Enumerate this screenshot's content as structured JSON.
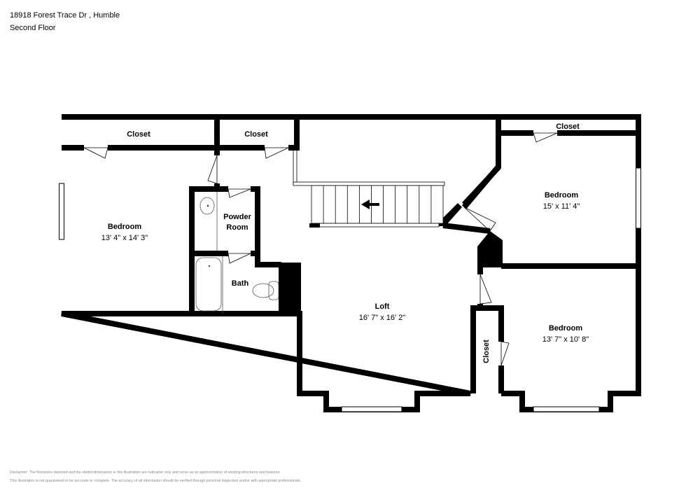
{
  "header": {
    "address": "18918 Forest Trace Dr , Humble",
    "floor": "Second Floor"
  },
  "rooms": [
    {
      "name": "Closet",
      "dims": ""
    },
    {
      "name": "Closet",
      "dims": ""
    },
    {
      "name": "Closet",
      "dims": ""
    },
    {
      "name": "Bedroom",
      "dims": "13' 4\" x 14' 3\""
    },
    {
      "name": "Powder",
      "name2": "Room",
      "dims": ""
    },
    {
      "name": "Bath",
      "dims": ""
    },
    {
      "name": "Loft",
      "dims": "16' 7\" x 16' 2\""
    },
    {
      "name": "Bedroom",
      "dims": "15' x 11' 4\""
    },
    {
      "name": "Bedroom",
      "dims": "13' 7\" x 10' 8\""
    },
    {
      "name": "Closet",
      "dims": ""
    }
  ],
  "stairs": {
    "direction": "left-arrow-icon"
  },
  "colors": {
    "wall": "#000000",
    "fixture": "#555555"
  },
  "disclaimer": {
    "line1": "Disclaimer: The floorplans depicted and the stated dimensions in this illustration are indicative only and serve as an approximation of existing structures and features.",
    "line2": "This illustration is not guaranteed to be accurate or complete. The accuracy of all information should be verified through personal inspection and/or with appropriate professionals."
  }
}
